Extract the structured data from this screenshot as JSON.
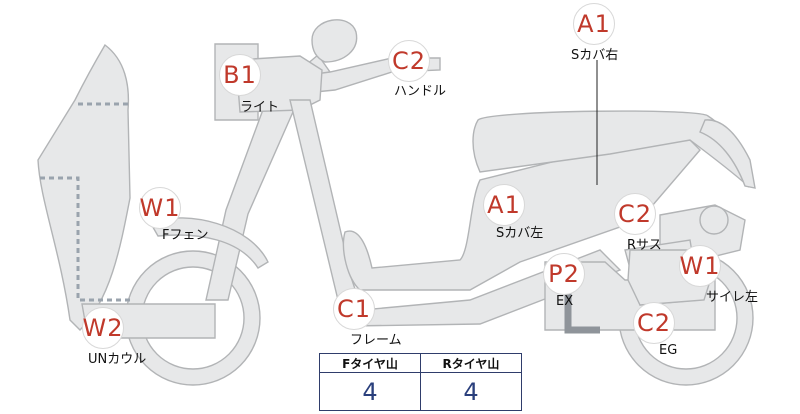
{
  "parts": [
    {
      "code": "A1",
      "label": "Sカバ右"
    },
    {
      "code": "C2",
      "label": "ハンドル"
    },
    {
      "code": "B1",
      "label": "ライト"
    },
    {
      "code": "W1",
      "label": "Fフェン"
    },
    {
      "code": "A1",
      "label": "Sカバ左"
    },
    {
      "code": "C2",
      "label": "Rサス"
    },
    {
      "code": "W1",
      "label": "サイレ左"
    },
    {
      "code": "P2",
      "label": "EX"
    },
    {
      "code": "C1",
      "label": "フレーム"
    },
    {
      "code": "C2",
      "label": "EG"
    },
    {
      "code": "W2",
      "label": "UNカウル"
    }
  ],
  "tire_table": {
    "headers": [
      "Fタイヤ山",
      "Rタイヤ山"
    ],
    "values": [
      "4",
      "4"
    ]
  },
  "colors": {
    "marker_text": "#c0392b",
    "part_fill": "#e7e8e9",
    "part_stroke": "#b2b4b6",
    "table_border": "#2f3d6b",
    "table_value": "#2a3f7c"
  }
}
